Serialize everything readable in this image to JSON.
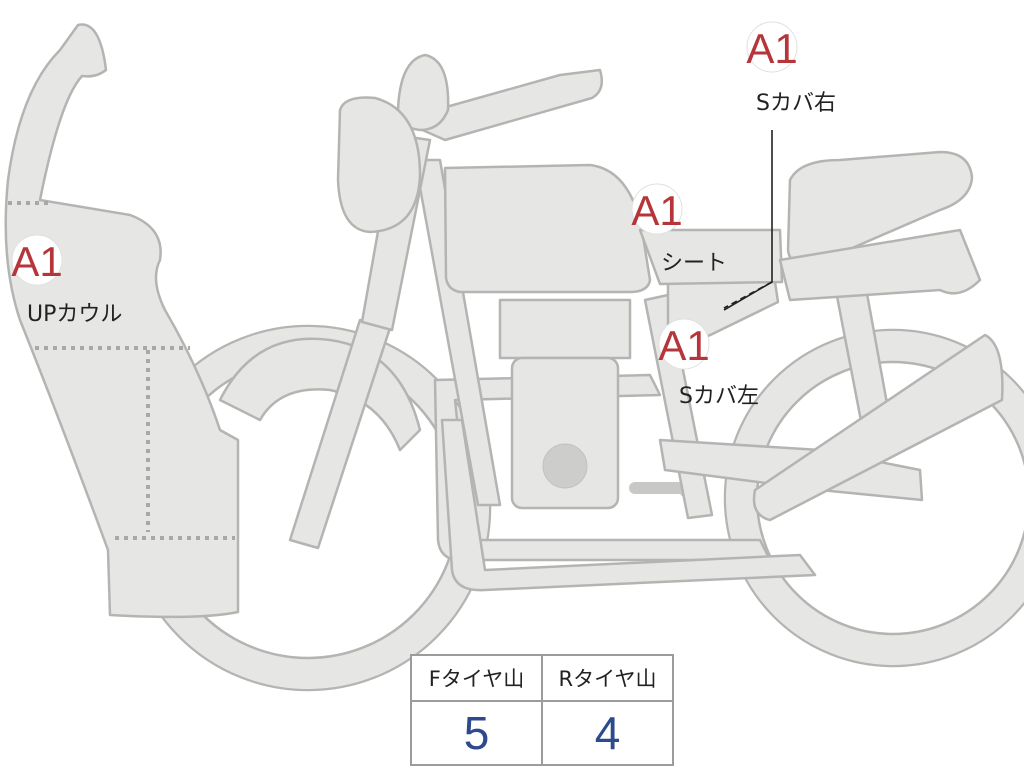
{
  "badges": {
    "up_cowl": "A1",
    "s_cover_right": "A1",
    "seat": "A1",
    "s_cover_left": "A1"
  },
  "labels": {
    "up_cowl": "UPカウル",
    "s_cover_right": "Sカバ右",
    "seat": "シート",
    "s_cover_left": "Sカバ左"
  },
  "tire_table": {
    "front_header": "Fタイヤ山",
    "rear_header": "Rタイヤ山",
    "front_value": "5",
    "rear_value": "4"
  },
  "colors": {
    "badge_text": "#b5353a",
    "value_text": "#2c4a8c",
    "body_fill": "#e6e6e4",
    "body_outline": "#b4b4b2"
  }
}
